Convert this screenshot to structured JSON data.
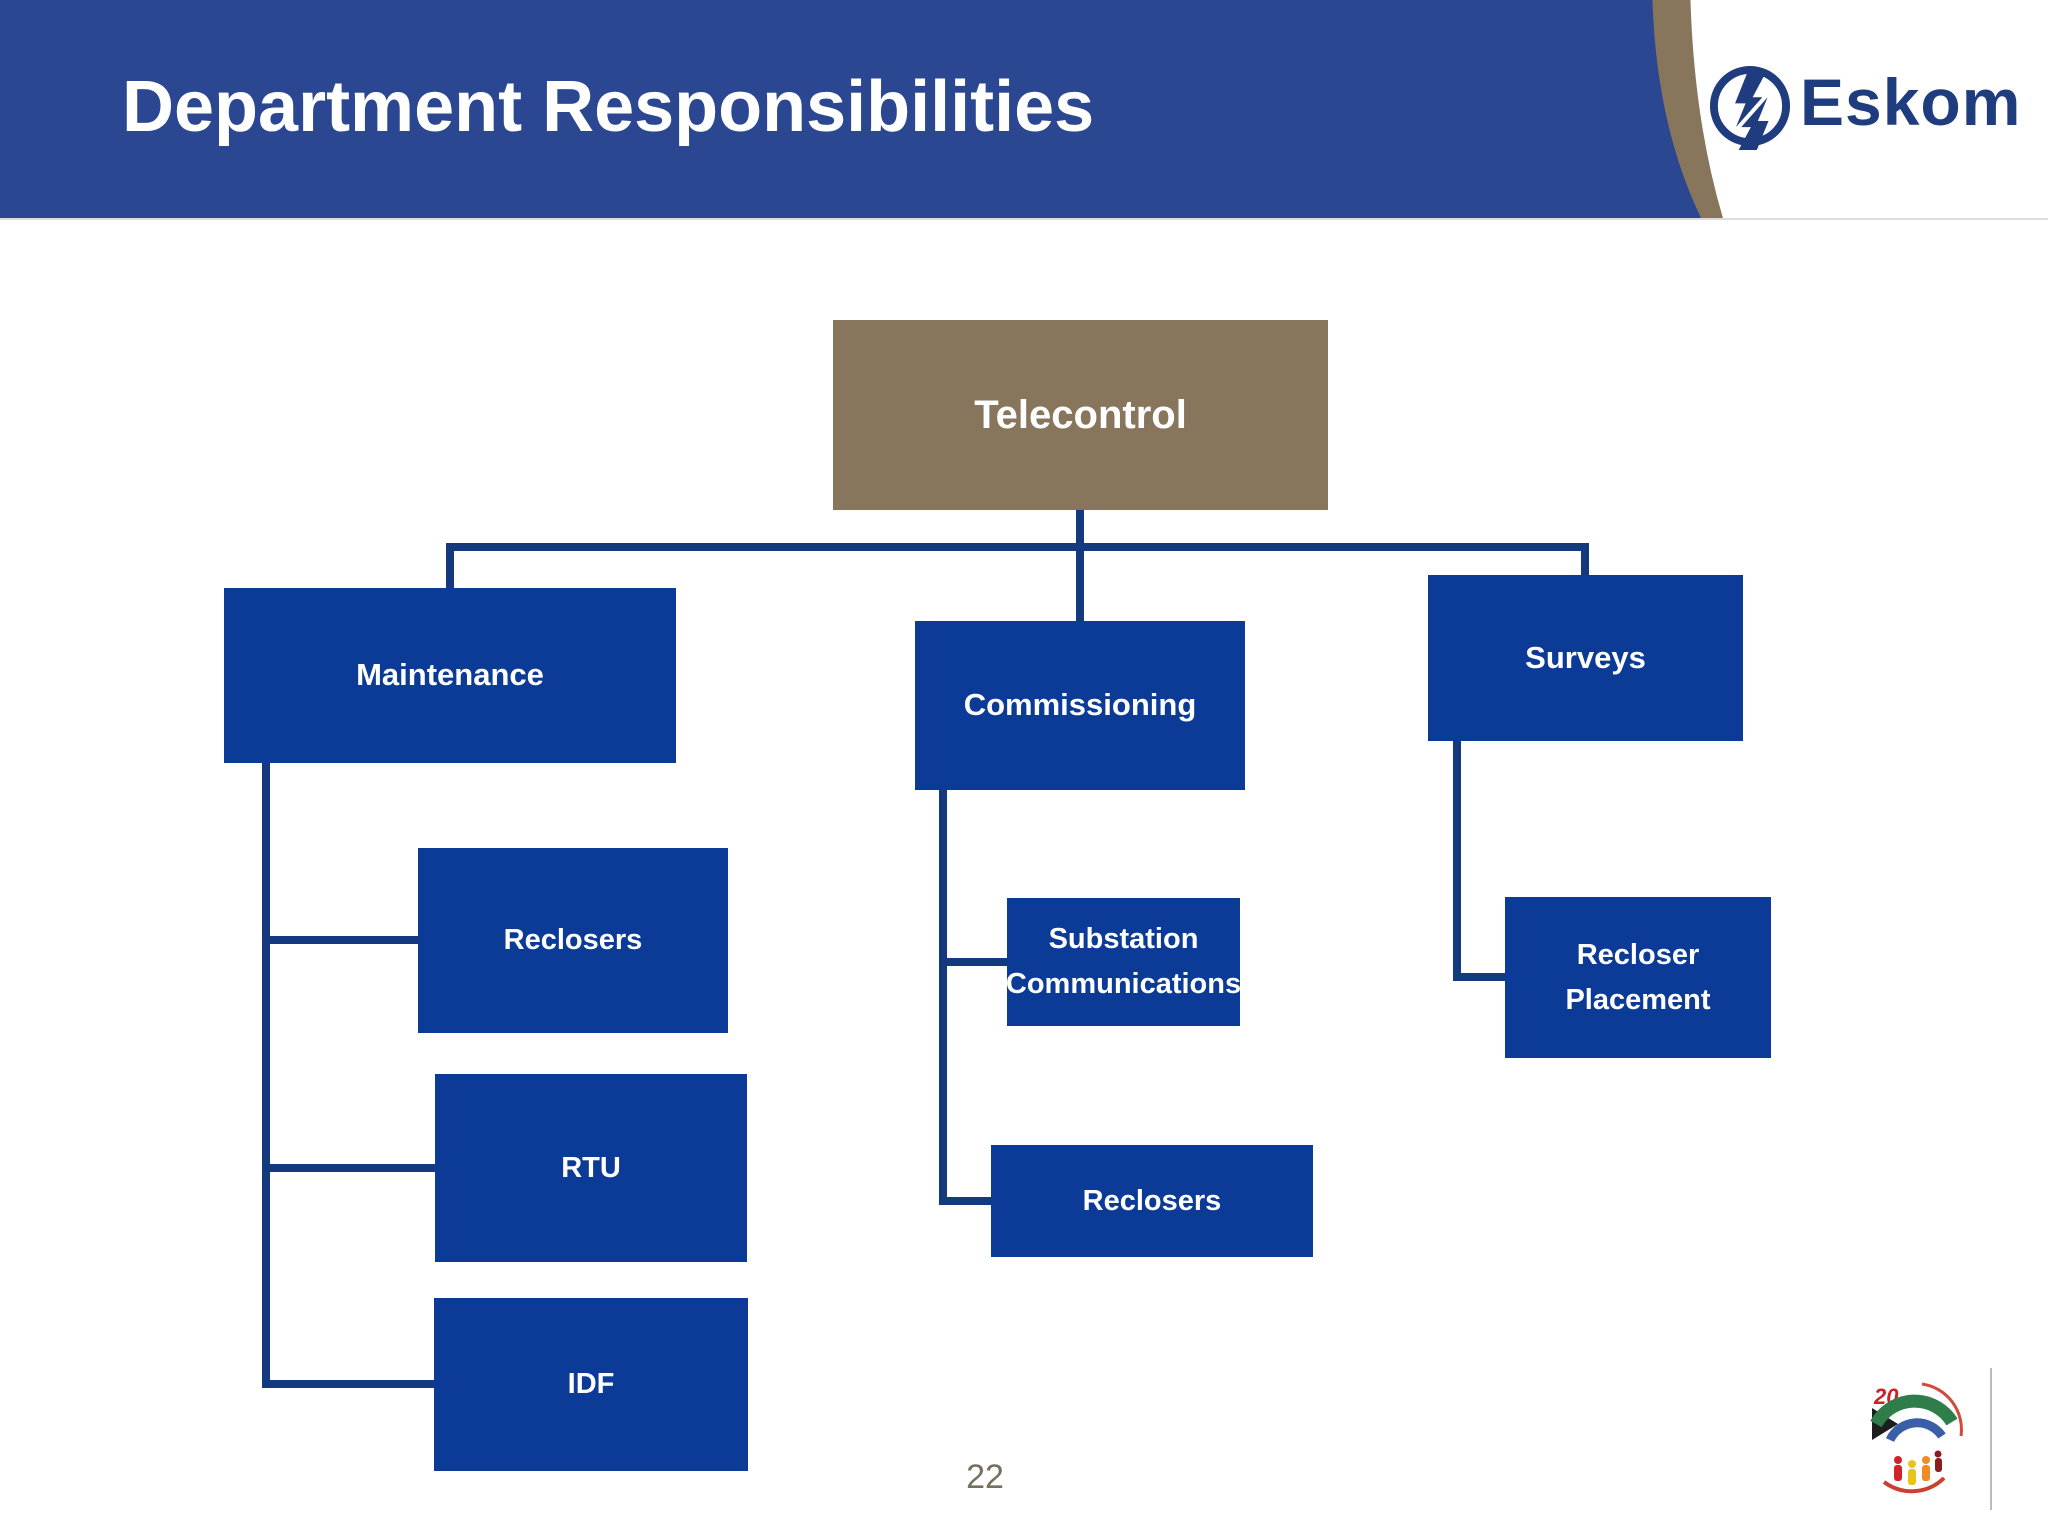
{
  "slide": {
    "title": "Department Responsibilities",
    "page_number": "22"
  },
  "header": {
    "brand": "Eskom"
  },
  "org_chart": {
    "root": {
      "label": "Telecontrol"
    },
    "level1": [
      {
        "label": "Maintenance"
      },
      {
        "label": "Commissioning"
      },
      {
        "label": "Surveys"
      }
    ],
    "maintenance_children": [
      {
        "label": "Reclosers"
      },
      {
        "label": "RTU"
      },
      {
        "label": "IDF"
      }
    ],
    "commissioning_children": [
      {
        "label": "Substation Communications"
      },
      {
        "label": "Reclosers"
      }
    ],
    "surveys_children": [
      {
        "label": "Recloser Placement"
      }
    ]
  },
  "badge": {
    "number": "20"
  },
  "colors": {
    "header_blue": "#2B4792",
    "box_blue": "#0B3B97",
    "root_tan": "#87765C",
    "connector_navy": "#15397E",
    "eskom_blue": "#1F3C7F",
    "page_number_gray": "#77705F"
  }
}
